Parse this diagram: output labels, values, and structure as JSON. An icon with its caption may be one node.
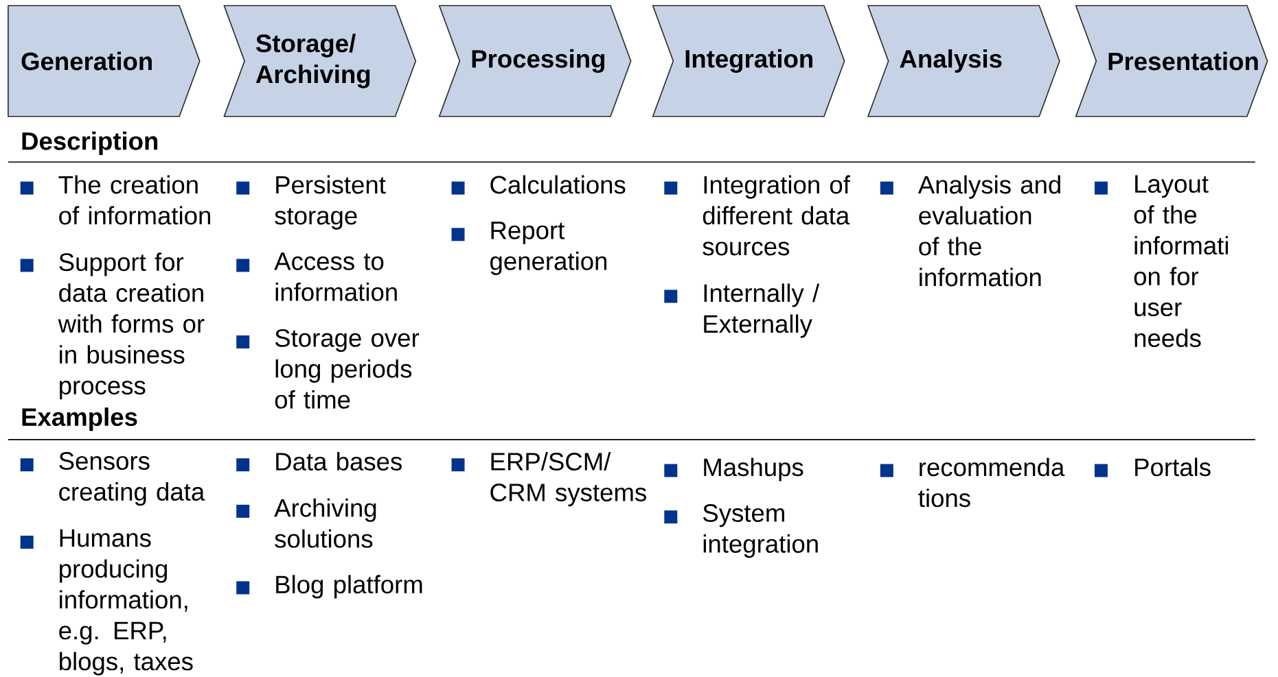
{
  "diagram": {
    "nodes": [
      {
        "text": [
          "Generation"
        ]
      },
      {
        "text": [
          "Storage/ Archiving"
        ]
      },
      {
        "text": [
          "Processing"
        ]
      },
      {
        "text": [
          "Integration"
        ]
      },
      {
        "text": [
          "Analysis"
        ]
      },
      {
        "text": [
          "Presentation"
        ]
      }
    ],
    "labels": [
      "Description",
      "The creation of information",
      "Support for data creation with forms or in business process",
      "Persistent storage",
      "Access to information",
      "Storage over long periods of time",
      "Calculations",
      "Report generation",
      "Integration of different data sources",
      "Internally / Externally",
      "Analysis and evaluation of the information",
      "Layout of the informati on for user needs",
      "Examples",
      "Sensors creating data",
      "Humans producing information, e.g. ERP, blogs, taxes",
      "Data bases",
      "Archiving solutions",
      "Blog platform",
      "ERP/SCM/ CRM systems",
      "Mashups",
      "System integration",
      "recommenda tions",
      "Portals"
    ]
  }
}
